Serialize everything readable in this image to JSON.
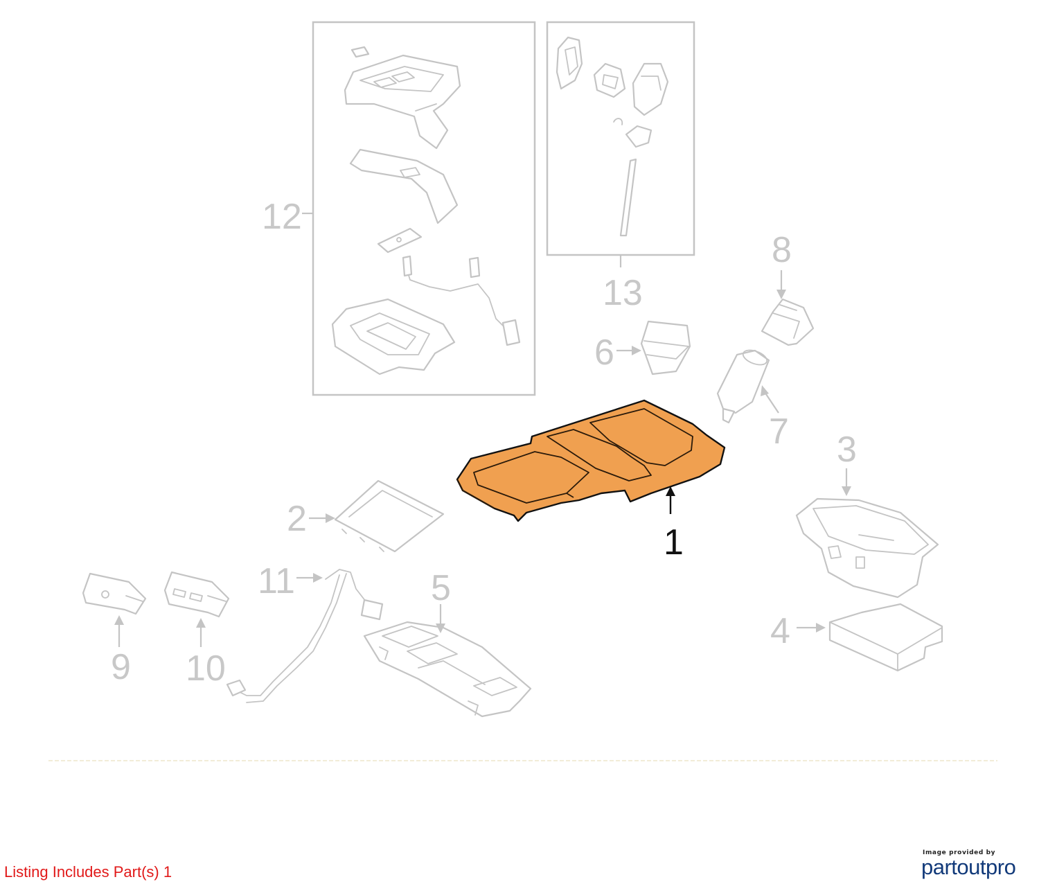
{
  "diagram": {
    "callouts": [
      {
        "id": "1",
        "label": "1",
        "highlighted": true
      },
      {
        "id": "2",
        "label": "2",
        "highlighted": false
      },
      {
        "id": "3",
        "label": "3",
        "highlighted": false
      },
      {
        "id": "4",
        "label": "4",
        "highlighted": false
      },
      {
        "id": "5",
        "label": "5",
        "highlighted": false
      },
      {
        "id": "6",
        "label": "6",
        "highlighted": false
      },
      {
        "id": "7",
        "label": "7",
        "highlighted": false
      },
      {
        "id": "8",
        "label": "8",
        "highlighted": false
      },
      {
        "id": "9",
        "label": "9",
        "highlighted": false
      },
      {
        "id": "10",
        "label": "10",
        "highlighted": false
      },
      {
        "id": "11",
        "label": "11",
        "highlighted": false
      },
      {
        "id": "12",
        "label": "12",
        "highlighted": false
      },
      {
        "id": "13",
        "label": "13",
        "highlighted": false
      }
    ],
    "highlight_color": "#f0a050",
    "line_color": "#c4c4c4",
    "active_color": "#111111"
  },
  "listing_note": "Listing Includes Part(s) 1",
  "listing_note_color": "#e11919",
  "credit": {
    "caption": "Image provided by",
    "logo": "partoutpro",
    "logo_color": "#123a7a"
  }
}
